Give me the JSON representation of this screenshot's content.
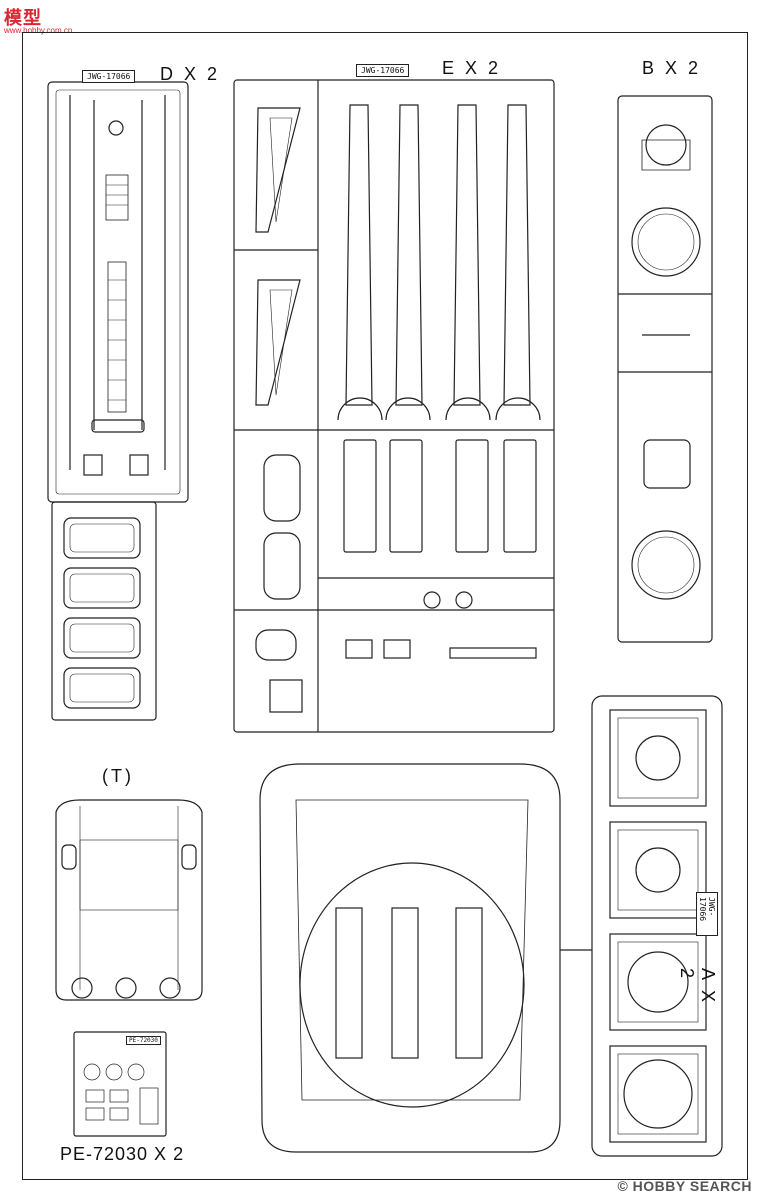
{
  "logo": {
    "text_cn": "模型",
    "url": "www.hobby.com.cn"
  },
  "labels": {
    "d": "D X 2",
    "e": "E X 2",
    "b": "B X 2",
    "t": "(T)",
    "a": "A X 2",
    "pe": "PE-72030 X 2"
  },
  "tags": {
    "d_tag": "JWG-17066",
    "e_tag": "JWG-17066",
    "a_tag": "JWG-17066"
  },
  "pe_sheet": {
    "title": "PE-72030"
  },
  "watermark": "© HOBBY SEARCH"
}
